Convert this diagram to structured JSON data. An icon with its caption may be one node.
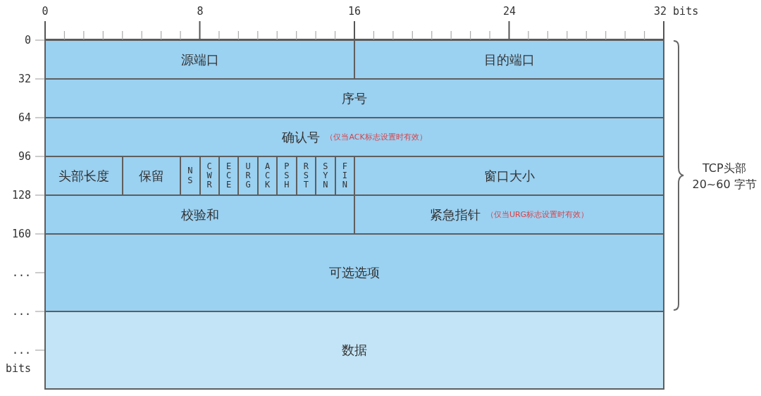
{
  "diagram": {
    "nodes": [
      {
        "text": [
          "源端口"
        ]
      },
      {
        "text": [
          "目的端口"
        ]
      },
      {
        "text": [
          "序号"
        ]
      },
      {
        "text": [
          "确认号",
          "（仅当ACK标志设置时有效）"
        ]
      },
      {
        "text": [
          "头部长度"
        ]
      },
      {
        "text": [
          "保留"
        ]
      },
      {
        "text": [
          "NS"
        ]
      },
      {
        "text": [
          "CWR"
        ]
      },
      {
        "text": [
          "ECE"
        ]
      },
      {
        "text": [
          "URG"
        ]
      },
      {
        "text": [
          "ACK"
        ]
      },
      {
        "text": [
          "PSH"
        ]
      },
      {
        "text": [
          "RST"
        ]
      },
      {
        "text": [
          "SYN"
        ]
      },
      {
        "text": [
          "FIN"
        ]
      },
      {
        "text": [
          "窗口大小"
        ]
      },
      {
        "text": [
          "校验和"
        ]
      },
      {
        "text": [
          "紧急指针",
          "（仅当URG标志设置时有效）"
        ]
      },
      {
        "text": [
          "可选选项"
        ]
      },
      {
        "text": [
          "数据"
        ]
      }
    ],
    "edges": [],
    "labels": [
      "0",
      "8",
      "16",
      "24",
      "32 bits",
      "0",
      "32",
      "64",
      "96",
      "128",
      "160",
      "...",
      "...",
      "...",
      "bits",
      "TCP头部",
      "20~60 字节"
    ]
  }
}
